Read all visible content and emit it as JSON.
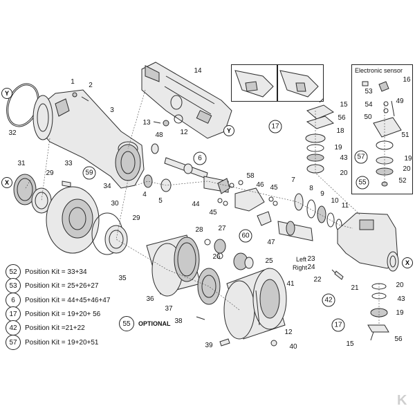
{
  "sensor_box": {
    "title": "Electronic sensor"
  },
  "side_labels": {
    "left": "Left",
    "right": "Right"
  },
  "section_marks": {
    "y": "Y",
    "x": "X"
  },
  "optional": {
    "number": "55",
    "label": "OPTIONAL"
  },
  "legend": [
    {
      "number": "52",
      "text": "Position Kit = 33+34"
    },
    {
      "number": "53",
      "text": "Position Kit = 25+26+27"
    },
    {
      "number": "6",
      "text": "Position Kit = 44+45+46+47"
    },
    {
      "number": "17",
      "text": "Position Kit = 19+20+ 56"
    },
    {
      "number": "42",
      "text": "Position Kit =21+22"
    },
    {
      "number": "57",
      "text": "Position Kit = 19+20+51"
    }
  ],
  "parts": {
    "p1": "1",
    "p2": "2",
    "p3": "3",
    "p4": "4",
    "p5": "5",
    "p7": "7",
    "p8": "8",
    "p9": "9",
    "p10": "10",
    "p11": "11",
    "p12a": "12",
    "p12b": "12",
    "p13": "13",
    "p14": "14",
    "p15a": "15",
    "p15b": "15",
    "p16": "16",
    "p18": "18",
    "p19a": "19",
    "p19b": "19",
    "p19c": "19",
    "p20a": "20",
    "p20b": "20",
    "p20c": "20",
    "p21": "21",
    "p22": "22",
    "p23": "23",
    "p24": "24",
    "p25": "25",
    "p26": "26",
    "p27": "27",
    "p28": "28",
    "p29a": "29",
    "p29b": "29",
    "p30": "30",
    "p31": "31",
    "p32": "32",
    "p33": "33",
    "p34": "34",
    "p35": "35",
    "p36": "36",
    "p37": "37",
    "p38": "38",
    "p39": "39",
    "p40": "40",
    "p41": "41",
    "p43a": "43",
    "p43b": "43",
    "p44": "44",
    "p45a": "45",
    "p45b": "45",
    "p46": "46",
    "p47": "47",
    "p48": "48",
    "p49": "49",
    "p50": "50",
    "p51": "51",
    "p52": "52",
    "p53": "53",
    "p54": "54",
    "p56a": "56",
    "p56b": "56",
    "p58": "58"
  },
  "circled": {
    "c6": "6",
    "c17a": "17",
    "c17b": "17",
    "c42": "42",
    "c57": "57",
    "c59": "59",
    "c60": "60",
    "c55": "55"
  },
  "logo": "K"
}
